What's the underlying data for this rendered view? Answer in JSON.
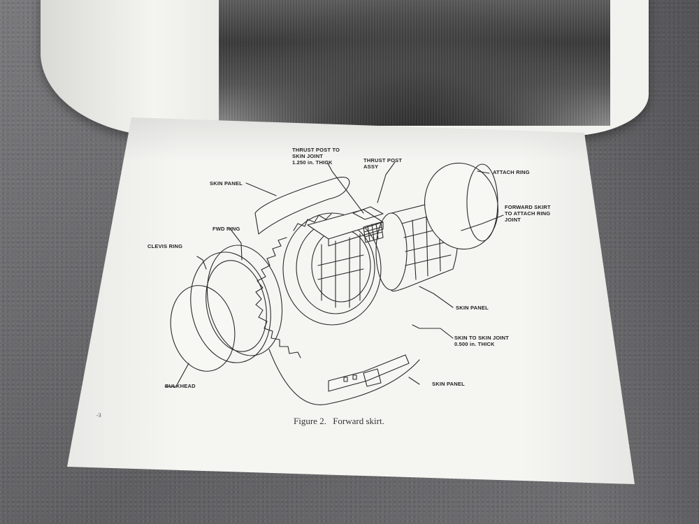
{
  "figure": {
    "caption_label": "Figure 2.",
    "caption_text": "Forward skirt.",
    "page_number": "-3"
  },
  "labels": {
    "thrust_post_joint_1": "THRUST POST TO",
    "thrust_post_joint_2": "SKIN JOINT",
    "thrust_post_joint_3": "1.250 in. THICK",
    "thrust_post_assy_1": "THRUST POST",
    "thrust_post_assy_2": "ASSY",
    "attach_ring": "ATTACH RING",
    "forward_skirt_1": "FORWARD SKIRT",
    "forward_skirt_2": "TO ATTACH RING",
    "forward_skirt_3": "JOINT",
    "skin_panel_top": "SKIN PANEL",
    "fwd_ring": "FWD RING",
    "clevis_ring": "CLEVIS RING",
    "skin_panel_right": "SKIN PANEL",
    "skin_to_skin_1": "SKIN TO SKIN JOINT",
    "skin_to_skin_2": "0.500 in. THICK",
    "skin_panel_bottom": "SKIN PANEL",
    "bulkhead": "BULKHEAD"
  }
}
